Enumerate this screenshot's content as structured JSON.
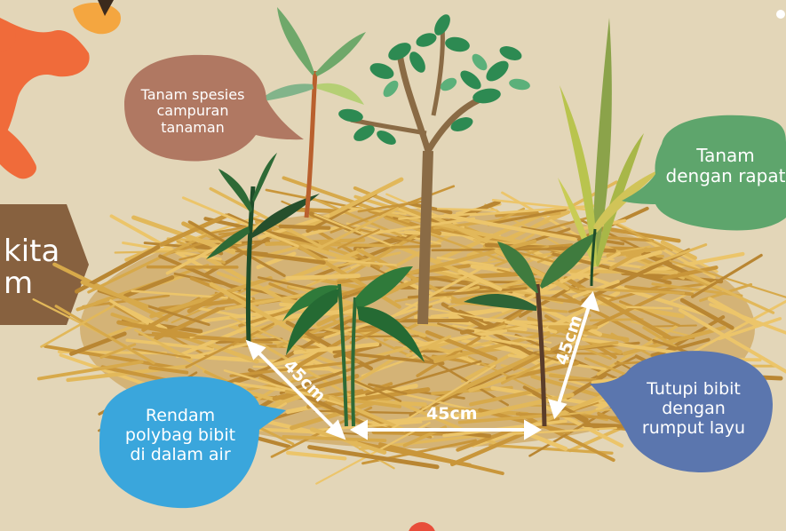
{
  "banner": {
    "line1": "kita",
    "line2": "m"
  },
  "bubbles": {
    "mixed_species": {
      "lines": [
        "Tanam spesies",
        "campuran",
        "tanaman"
      ]
    },
    "plant_dense": {
      "lines": [
        "Tanam",
        "dengan rapat"
      ]
    },
    "soak_polybag": {
      "lines": [
        "Rendam",
        "polybag bibit",
        "di dalam air"
      ]
    },
    "cover_seedlings": {
      "lines": [
        "Tutupi bibit",
        "dengan",
        "rumput layu"
      ]
    }
  },
  "distances": {
    "diagonal_left": "45cm",
    "horizontal": "45cm",
    "diagonal_right": "45cm"
  },
  "colors": {
    "background": "#e3d6b8",
    "straw": "#d7a94a",
    "bubble_brown": "#b07862",
    "bubble_green": "#5ea56c",
    "bubble_blue": "#3aa6dc",
    "bubble_slate": "#5b76ae",
    "banner_brown": "#87613f",
    "orangutan": "#f06b3a"
  }
}
